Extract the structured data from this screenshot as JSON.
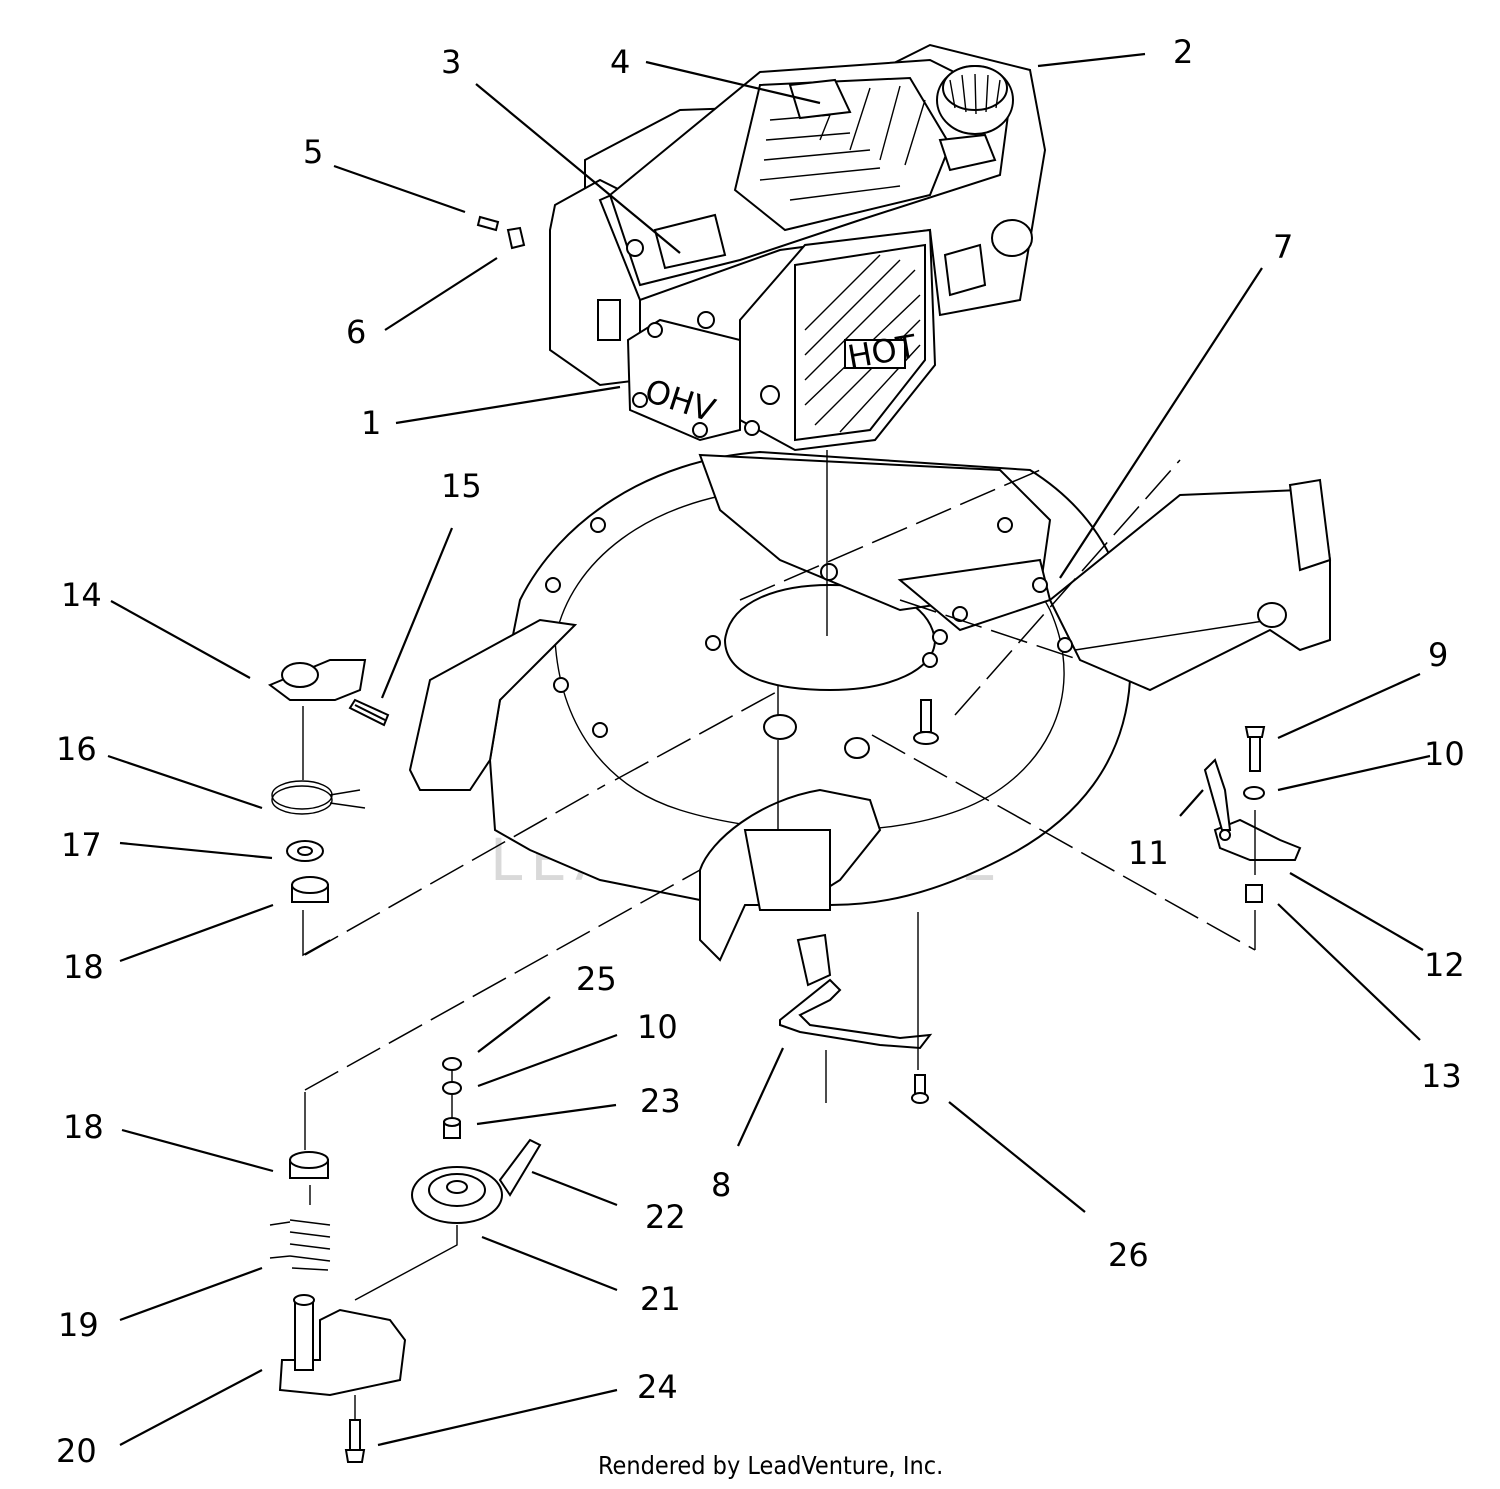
{
  "diagram": {
    "callouts": [
      {
        "id": "c1",
        "text": "1"
      },
      {
        "id": "c2",
        "text": "2"
      },
      {
        "id": "c3",
        "text": "3"
      },
      {
        "id": "c4",
        "text": "4"
      },
      {
        "id": "c5",
        "text": "5"
      },
      {
        "id": "c6",
        "text": "6"
      },
      {
        "id": "c7",
        "text": "7"
      },
      {
        "id": "c8",
        "text": "8"
      },
      {
        "id": "c9",
        "text": "9"
      },
      {
        "id": "c10a",
        "text": "10"
      },
      {
        "id": "c10b",
        "text": "10"
      },
      {
        "id": "c11",
        "text": "11"
      },
      {
        "id": "c12",
        "text": "12"
      },
      {
        "id": "c13",
        "text": "13"
      },
      {
        "id": "c14",
        "text": "14"
      },
      {
        "id": "c15",
        "text": "15"
      },
      {
        "id": "c16",
        "text": "16"
      },
      {
        "id": "c17",
        "text": "17"
      },
      {
        "id": "c18a",
        "text": "18"
      },
      {
        "id": "c18b",
        "text": "18"
      },
      {
        "id": "c19",
        "text": "19"
      },
      {
        "id": "c20",
        "text": "20"
      },
      {
        "id": "c21",
        "text": "21"
      },
      {
        "id": "c22",
        "text": "22"
      },
      {
        "id": "c23",
        "text": "23"
      },
      {
        "id": "c24",
        "text": "24"
      },
      {
        "id": "c25",
        "text": "25"
      },
      {
        "id": "c26",
        "text": "26"
      }
    ],
    "engine_labels": {
      "ohv": "OHV",
      "hot": "HOT"
    },
    "watermark": "LEADVENTURE",
    "credit": "Rendered by LeadVenture, Inc."
  }
}
